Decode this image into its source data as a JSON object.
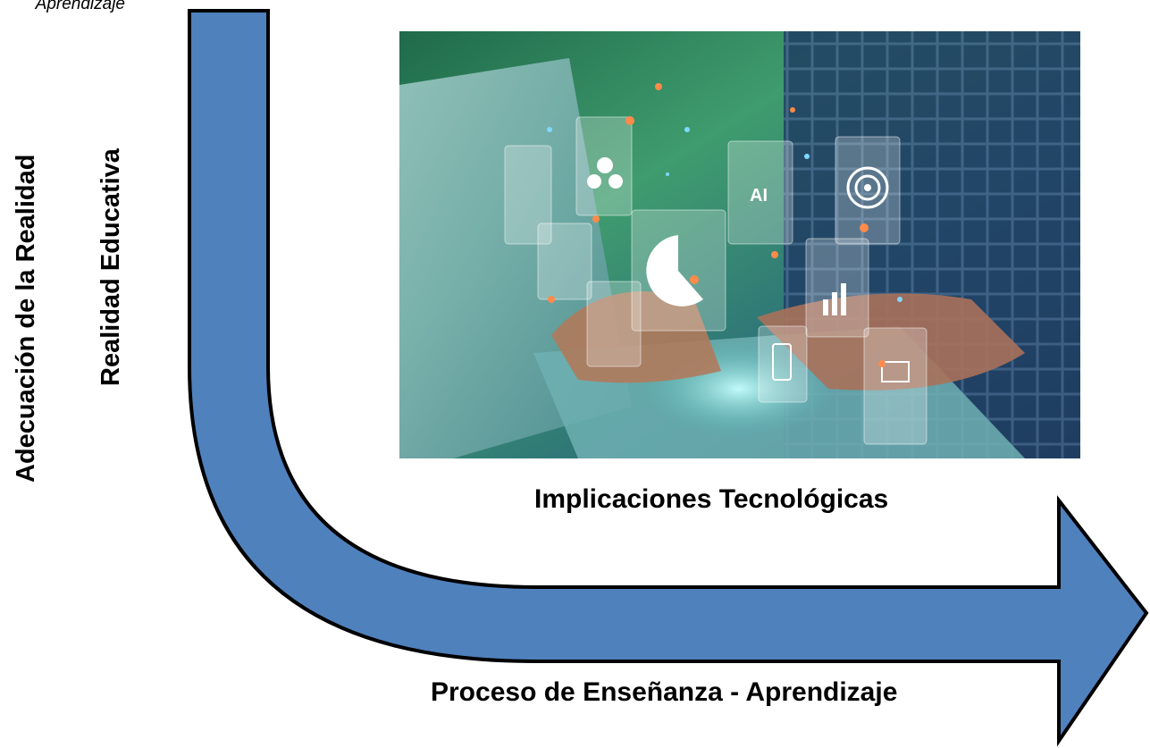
{
  "caption_fragment": "Aprendizaje",
  "labels": {
    "outer_vertical": "Adecuación de la Realidad",
    "inner_vertical": "Realidad Educativa",
    "image_caption": "Implicaciones Tecnológicas",
    "arrow_caption": "Proceso de Enseñanza - Aprendizaje"
  },
  "image": {
    "icons": [
      "pencil-ruler-icon",
      "people-icon",
      "ai-gear-icon",
      "target-icon",
      "megaphone-icon",
      "pie-chart-icon",
      "chat-icon",
      "growth-chart-icon",
      "phone-wifi-icon",
      "monitor-search-icon"
    ],
    "icon_text": "AI"
  },
  "colors": {
    "arrow_fill": "#4f81bd",
    "arrow_stroke": "#000000",
    "photo_teal": "#4fb6b1",
    "photo_green": "#2f8a4a"
  }
}
